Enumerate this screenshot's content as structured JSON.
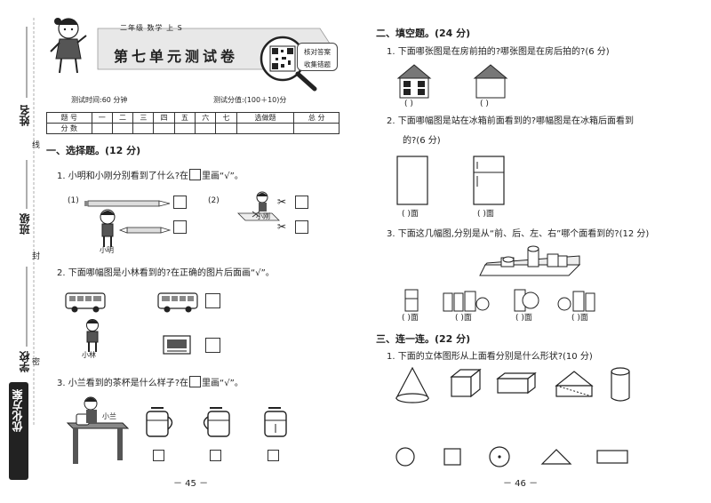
{
  "left_margin": {
    "name": "姓名",
    "line": "线",
    "class": "班级",
    "seal": "封",
    "school": "学校",
    "secret": "密",
    "logo": "优化方案"
  },
  "header": {
    "subtitle": "二年级  数学  上  S",
    "title": "第七单元测试卷",
    "qr_note_line1": "核对答案",
    "qr_note_line2": "收集错题"
  },
  "test_info": {
    "time": "测试时间:60 分钟",
    "score": "测试分值:(100＋10)分"
  },
  "score_table": {
    "headers": [
      "题 号",
      "一",
      "二",
      "三",
      "四",
      "五",
      "六",
      "七",
      "选做题",
      "总 分"
    ],
    "row_label": "分 数"
  },
  "left_page": {
    "section1_title": "一、选择题。(12 分)",
    "q1": {
      "pre": "1. 小明和小刚分别看到了什么?在",
      "post": "里画“√”。",
      "label1": "(1)",
      "label2": "(2)",
      "name_ming": "小明",
      "name_gang": "小刚"
    },
    "q2": {
      "text": "2. 下面哪幅图是小林看到的?在正确的图片后面画“√”。",
      "name": "小林"
    },
    "q3": {
      "pre": "3. 小兰看到的茶杯是什么样子?在",
      "post": "里画“√”。",
      "name": "小兰"
    },
    "page_number": "－ 45 －"
  },
  "right_page": {
    "section2_title": "二、填空题。(24 分)",
    "q1": {
      "text": "1. 下面哪张图是在房前拍的?哪张图是在房后拍的?(6 分)",
      "blank": "(    )"
    },
    "q2": {
      "text_line1": "2. 下面哪幅图是站在冰箱前面看到的?哪幅图是在冰箱后面看到",
      "text_line2": "的?(6 分)",
      "blank": "(    )面"
    },
    "q3": {
      "text": "3. 下面这几幅图,分别是从“前、后、左、右”哪个面看到的?(12 分)",
      "blank": "(    )面"
    },
    "section3_title": "三、连一连。(22 分)",
    "q4": {
      "text": "1. 下面的立体图形从上面看分别是什么形状?(10 分)"
    },
    "page_number": "－ 46 －"
  }
}
